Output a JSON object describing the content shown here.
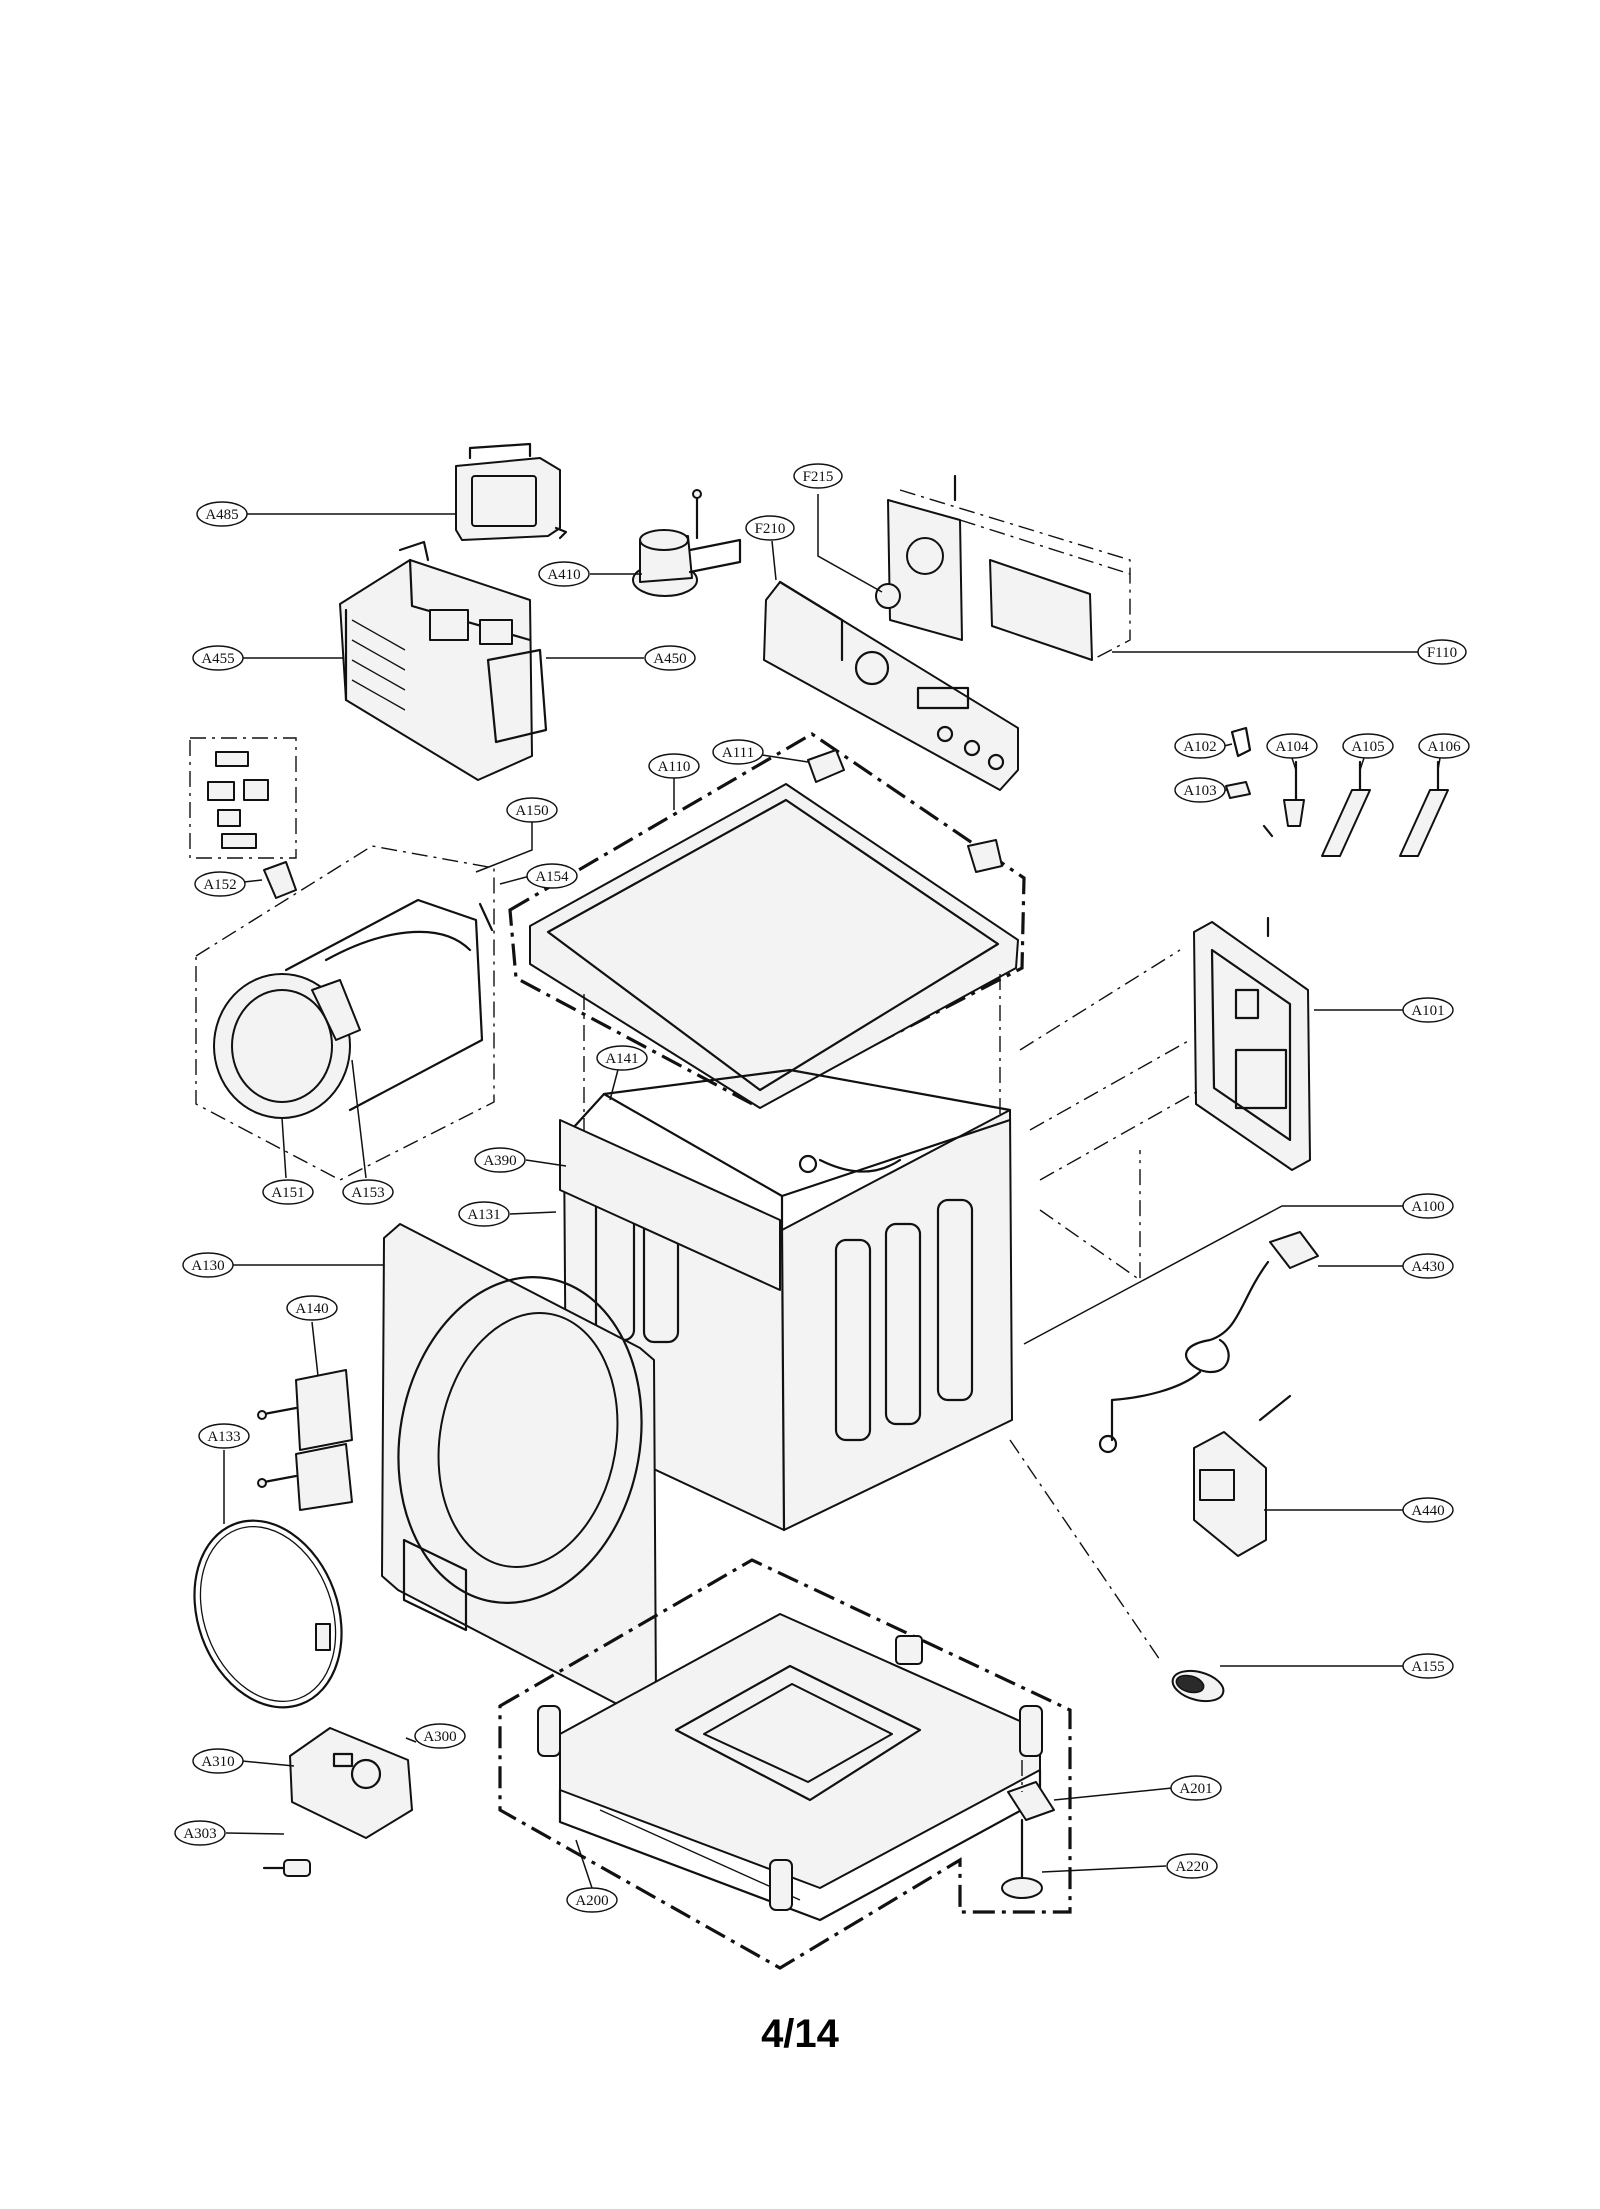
{
  "page": {
    "page_number": "4/14"
  },
  "callouts": {
    "A485": "A485",
    "A410": "A410",
    "A455": "A455",
    "A450": "A450",
    "F215": "F215",
    "F210": "F210",
    "F110": "F110",
    "A111": "A111",
    "A110": "A110",
    "A150": "A150",
    "A154": "A154",
    "A152": "A152",
    "A102": "A102",
    "A103": "A103",
    "A104": "A104",
    "A105": "A105",
    "A106": "A106",
    "A101": "A101",
    "A141": "A141",
    "A390": "A390",
    "A131": "A131",
    "A151": "A151",
    "A153": "A153",
    "A100": "A100",
    "A130": "A130",
    "A140": "A140",
    "A430": "A430",
    "A133": "A133",
    "A440": "A440",
    "A155": "A155",
    "A300": "A300",
    "A310": "A310",
    "A303": "A303",
    "A201": "A201",
    "A220": "A220",
    "A200": "A200"
  }
}
